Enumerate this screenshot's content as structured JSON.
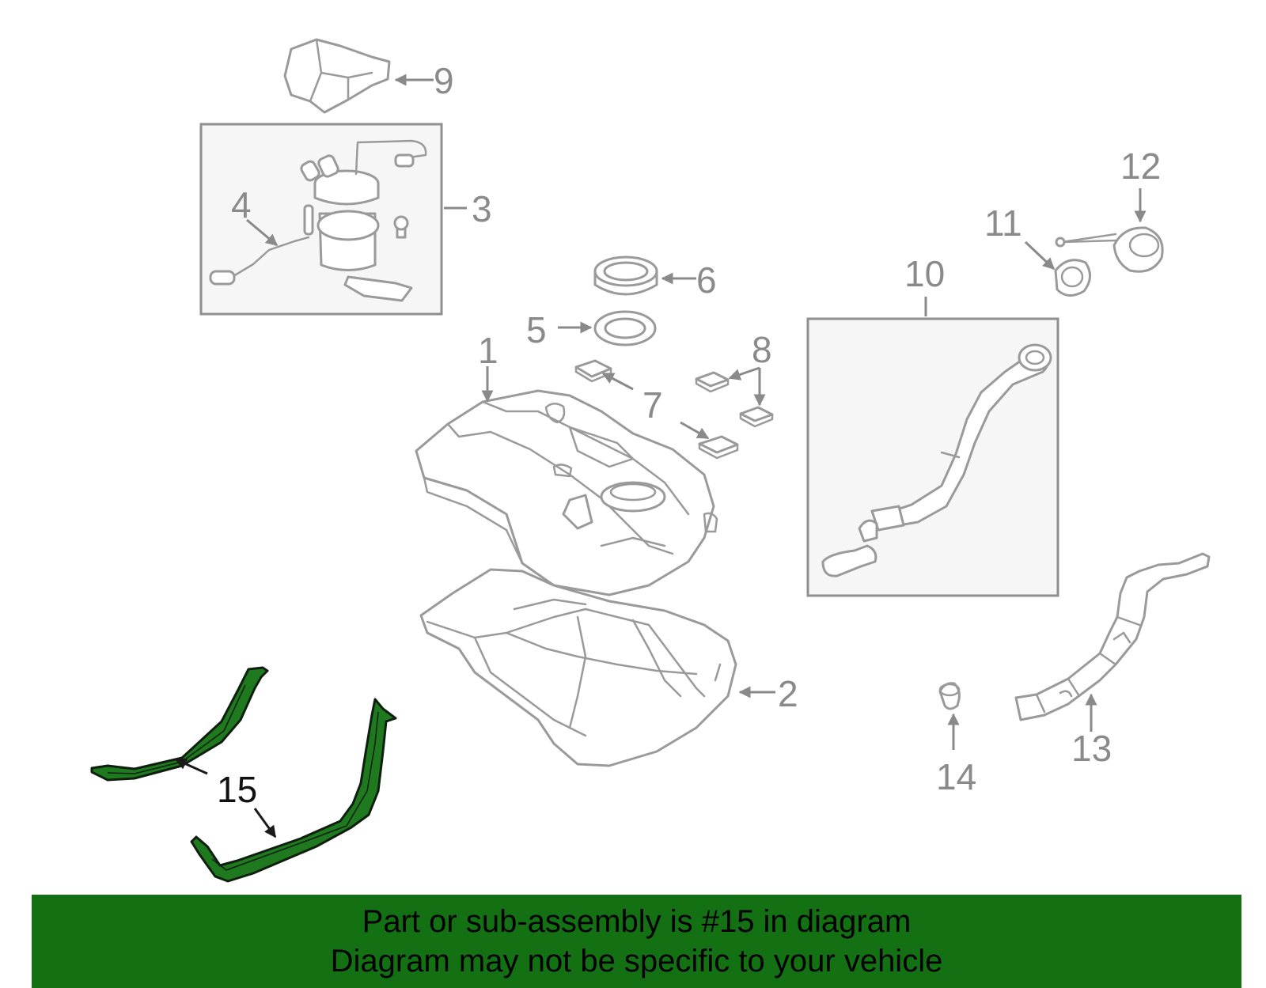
{
  "callouts": {
    "c1": "1",
    "c2": "2",
    "c3": "3",
    "c4": "4",
    "c5": "5",
    "c6": "6",
    "c7": "7",
    "c8": "8",
    "c9": "9",
    "c10": "10",
    "c11": "11",
    "c12": "12",
    "c13": "13",
    "c14": "14",
    "c15": "15"
  },
  "banner": {
    "line1": "Part or sub-assembly is #15 in diagram",
    "line2": "Diagram may not be specific to your vehicle"
  },
  "colors": {
    "highlight": "#1f7a1f",
    "banner": "#137013",
    "outline": "#9a9a9a"
  },
  "highlighted_part": "15"
}
